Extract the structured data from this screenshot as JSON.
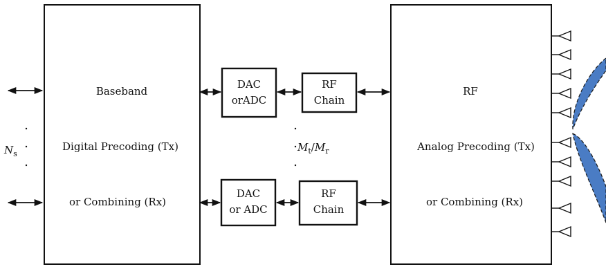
{
  "baseband_block": {
    "line1": "Baseband",
    "line2": "Digital Precoding (Tx)",
    "line3": "or Combining (Rx)"
  },
  "rf_block": {
    "line1": "RF",
    "line2": "Analog Precoding (Tx)",
    "line3": "or Combining (Rx)"
  },
  "converter_top": {
    "line1": "DAC",
    "line2": "orADC"
  },
  "converter_bottom": {
    "line1": "DAC",
    "line2": "or ADC"
  },
  "rf_chain_top": {
    "line1": "RF",
    "line2": "Chain"
  },
  "rf_chain_bottom": {
    "line1": "RF",
    "line2": "Chain"
  },
  "streams_label": {
    "symbol": "N",
    "subscript": "s"
  },
  "chains_label": {
    "symbol1": "M",
    "subscript1": "t",
    "separator": "/",
    "symbol2": "M",
    "subscript2": "r"
  },
  "colors": {
    "beam_fill": "#4a7cc4",
    "beam_stroke": "#1a1a1a"
  }
}
